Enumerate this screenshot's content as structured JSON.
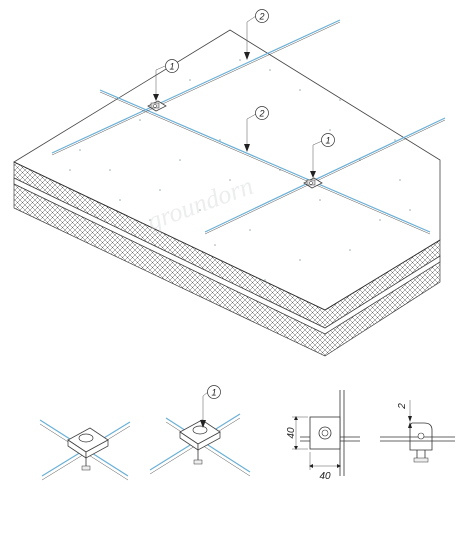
{
  "watermark": "groundorn",
  "callouts": {
    "top_rod": "2",
    "left_clamp": "1",
    "middle_rod": "2",
    "right_clamp": "1",
    "detail_clamp": "1"
  },
  "dimensions": {
    "height": "40",
    "width": "40",
    "thickness": "2"
  }
}
